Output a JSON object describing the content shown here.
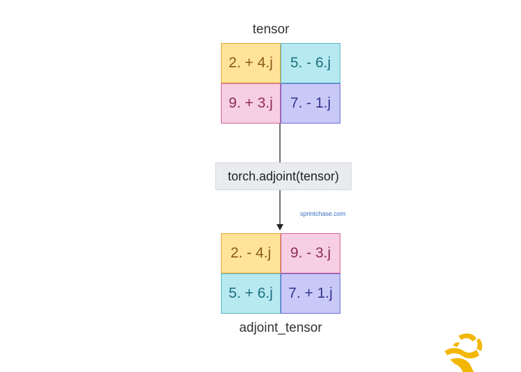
{
  "input": {
    "label": "tensor",
    "cells": [
      "2. + 4.j",
      "5. - 6.j",
      "9. + 3.j",
      "7. - 1.j"
    ]
  },
  "operation": {
    "label": "torch.adjoint(tensor)"
  },
  "watermark": "sprintchase.com",
  "output": {
    "label": "adjoint_tensor",
    "cells": [
      "2. - 4.j",
      "9. - 3.j",
      "5. + 6.j",
      "7. + 1.j"
    ]
  },
  "colors": {
    "yellow": "#ffe399",
    "cyan": "#b7e9f0",
    "pink": "#f6cfe2",
    "blue": "#c9c9f7",
    "logo": "#f2b705"
  },
  "icons": [
    "arrow-down-icon",
    "logo-icon"
  ]
}
